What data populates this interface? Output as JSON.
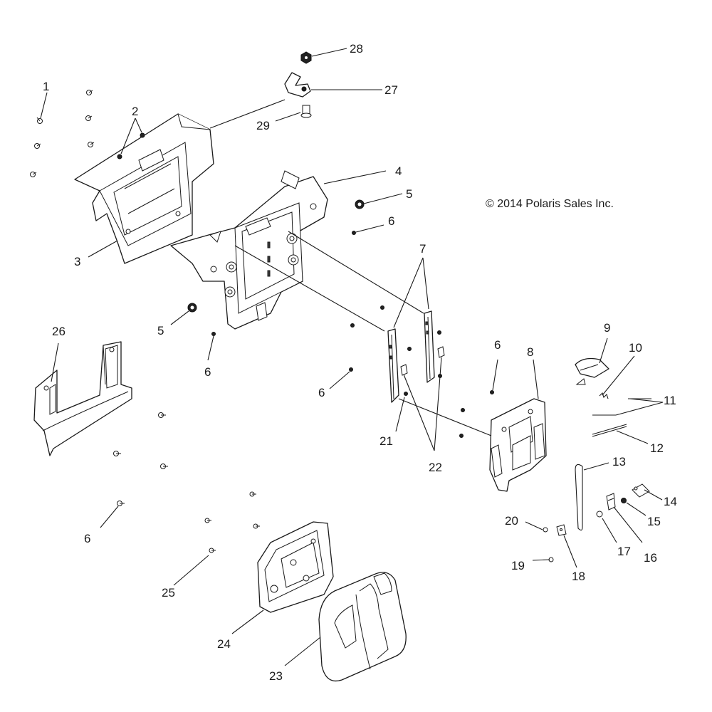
{
  "copyright": "© 2014 Polaris Sales Inc.",
  "callouts": {
    "c1": "1",
    "c2": "2",
    "c3": "3",
    "c4": "4",
    "c5a": "5",
    "c5b": "5",
    "c6a": "6",
    "c6b": "6",
    "c6c": "6",
    "c6d": "6",
    "c6e": "6",
    "c7": "7",
    "c8": "8",
    "c9": "9",
    "c10": "10",
    "c11": "11",
    "c12": "12",
    "c13": "13",
    "c14": "14",
    "c15": "15",
    "c16": "16",
    "c17": "17",
    "c18": "18",
    "c19": "19",
    "c20": "20",
    "c21": "21",
    "c22": "22",
    "c23": "23",
    "c24": "24",
    "c25": "25",
    "c26": "26",
    "c27": "27",
    "c28": "28",
    "c29": "29"
  }
}
